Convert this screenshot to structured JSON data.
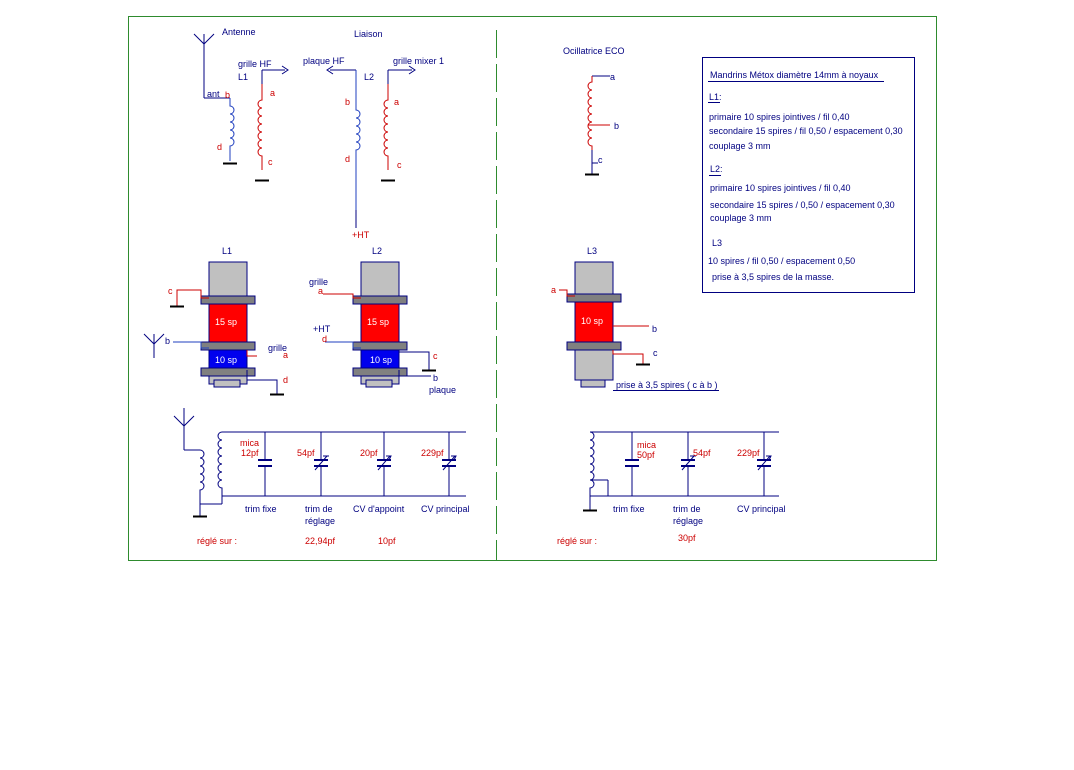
{
  "colors": {
    "frame": "#2e8b2e",
    "wire_dark": "#000080",
    "coil_primary": "#1f3fbf",
    "coil_secondary": "#cc0000",
    "former": "#c0c0c0",
    "flange": "#808080",
    "winding_red": "#ff0000",
    "winding_blue": "#0000ee",
    "text_dark": "#000080",
    "text_red": "#cc0000"
  },
  "top_left": {
    "antenne": "Antenne",
    "liaison": "Liaison",
    "grille_hf": "grille HF",
    "l1": "L1",
    "plaque_hf": "plaque HF",
    "l2": "L2",
    "grille_mixer": "grille mixer 1",
    "ant": "ant",
    "b": "b",
    "a": "a",
    "c": "c",
    "d": "d",
    "ht": "+HT"
  },
  "formers": {
    "l1_title": "L1",
    "l2_title": "L2",
    "l3_title": "L3",
    "w15": "15 sp",
    "w10": "10 sp",
    "grille_l1": "grille",
    "grille_l2": "grille",
    "ht": "+HT",
    "plaque": "plaque",
    "prise": "prise à 3,5 spires ( c à b )",
    "a": "a",
    "b": "b",
    "c": "c",
    "d": "d"
  },
  "oscillator": {
    "title": "Ocillatrice ECO",
    "a": "a",
    "b": "b",
    "c": "c"
  },
  "specs": {
    "title": "Mandrins Métox diamètre 14mm à noyaux",
    "l1_head": "L1:",
    "l1_line1": "primaire 10 spires jointives / fil 0,40",
    "l1_line2": "secondaire 15 spires / fil 0,50 / espacement 0,30",
    "l1_line3": "couplage 3 mm",
    "l2_head": "L2:",
    "l2_line1": "primaire 10 spires jointives / fil 0,40",
    "l2_line2": "secondaire 15 spires / 0,50 / espacement 0,30",
    "l2_line3": "couplage 3 mm",
    "l3_head": "L3",
    "l3_line1": "10 spires / fil 0,50 / espacement 0,50",
    "l3_line2": "prise à  3,5 spires de la masse."
  },
  "tuning_left": {
    "mica": "mica",
    "c1": "12pf",
    "c2": "54pf",
    "c3": "20pf",
    "c4": "229pf",
    "l_trim_fixe": "trim fixe",
    "l_trim_de": "trim de",
    "l_reglage": "réglage",
    "l_cv_appoint": "CV d'appoint",
    "l_cv_principal": "CV principal",
    "regle_sur": "réglé sur :",
    "v_trim": "22,94pf",
    "v_appoint": "10pf"
  },
  "tuning_right": {
    "mica": "mica",
    "c1": "50pf",
    "c2": "54pf",
    "c3": "229pf",
    "l_trim_fixe": "trim fixe",
    "l_trim_de": "trim de",
    "l_reglage": "réglage",
    "l_cv_principal": "CV principal",
    "regle_sur": "réglé sur :",
    "v_trim": "30pf"
  }
}
